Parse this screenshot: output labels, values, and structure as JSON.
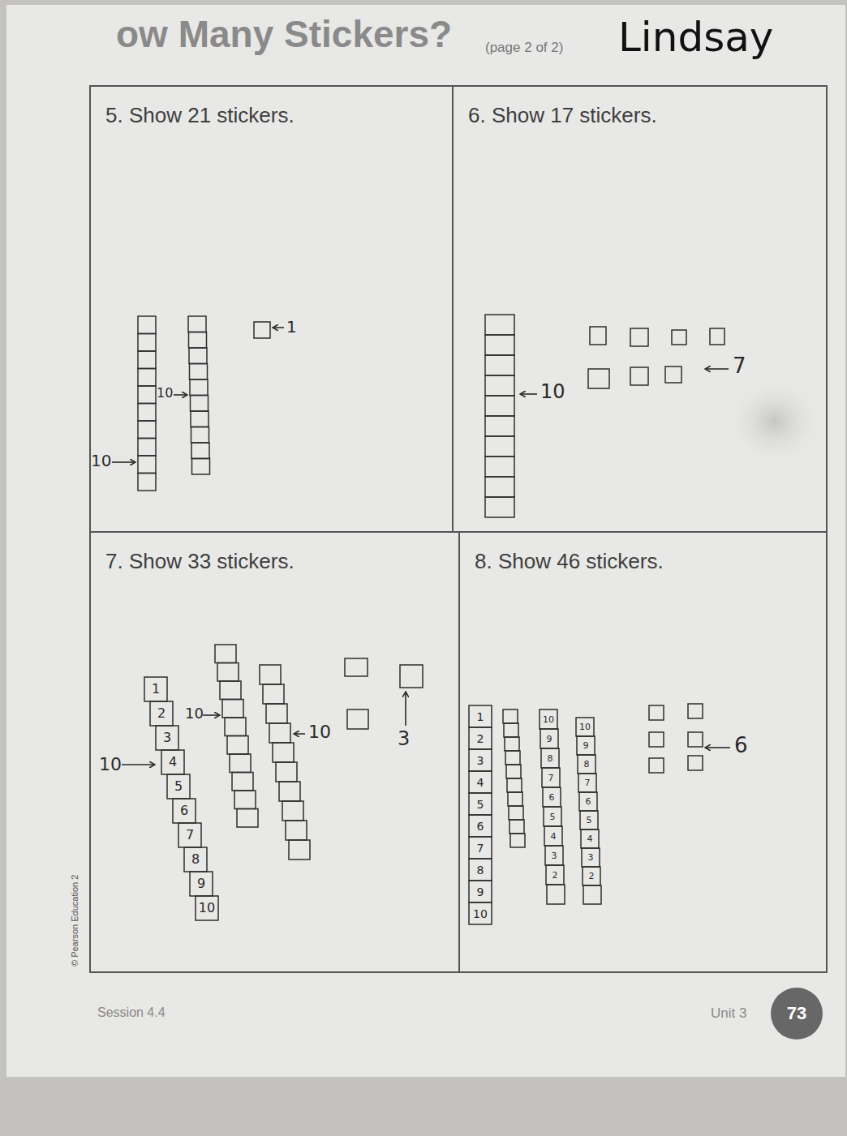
{
  "diagram": {
    "title": "ow Many Stickers?",
    "nodes": [
      {
        "text": [
          "5. Show 21 stickers."
        ]
      },
      {
        "text": [
          "6. Show 17 stickers."
        ]
      },
      {
        "text": [
          "7. Show 33 stickers."
        ]
      },
      {
        "text": [
          "8. Show 46 stickers."
        ]
      }
    ],
    "labels": [
      "(page 2 of 2)",
      "Lindsay",
      "10",
      "10",
      "1",
      "10",
      "7",
      "10",
      "10",
      "10",
      "3",
      "1",
      "2",
      "3",
      "4",
      "5",
      "6",
      "7",
      "8",
      "9",
      "10",
      "6",
      "1",
      "2",
      "3",
      "4",
      "5",
      "6",
      "7",
      "8",
      "9",
      "10",
      "10",
      "9",
      "8",
      "7",
      "6",
      "5",
      "4",
      "3",
      "2",
      "10",
      "9",
      "8",
      "7",
      "6",
      "5",
      "4",
      "3",
      "2",
      "Session 4.4",
      "Unit 3",
      "73",
      "© Pearson Education 2"
    ]
  }
}
